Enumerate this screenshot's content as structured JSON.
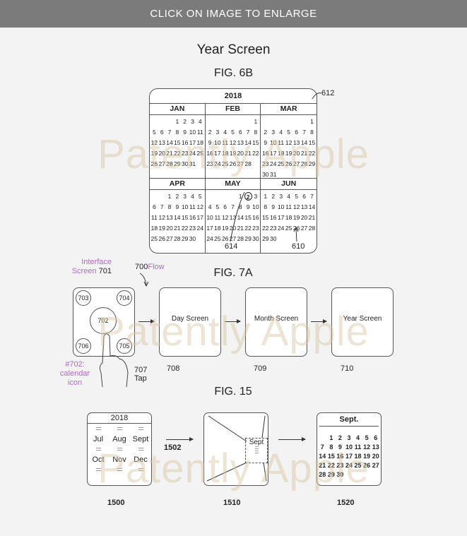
{
  "banner": "CLICK ON IMAGE TO ENLARGE",
  "title": "Year Screen",
  "fig6b": {
    "label": "FIG. 6B",
    "year": "2018",
    "ref_612": "612",
    "ref_614": "614",
    "ref_610": "610",
    "months": [
      {
        "name": "JAN",
        "weeks": [
          [
            "",
            "",
            "",
            "1",
            "2",
            "3",
            "4"
          ],
          [
            "5",
            "6",
            "7",
            "8",
            "9",
            "10",
            "11"
          ],
          [
            "12",
            "13",
            "14",
            "15",
            "16",
            "17",
            "18"
          ],
          [
            "19",
            "20",
            "21",
            "22",
            "23",
            "24",
            "25"
          ],
          [
            "26",
            "27",
            "28",
            "29",
            "30",
            "31",
            ""
          ]
        ]
      },
      {
        "name": "FEB",
        "weeks": [
          [
            "",
            "",
            "",
            "",
            "",
            "",
            "1"
          ],
          [
            "2",
            "3",
            "4",
            "5",
            "6",
            "7",
            "8"
          ],
          [
            "9",
            "10",
            "11",
            "12",
            "13",
            "14",
            "15"
          ],
          [
            "16",
            "17",
            "18",
            "19",
            "20",
            "21",
            "22"
          ],
          [
            "23",
            "24",
            "25",
            "26",
            "27",
            "28",
            ""
          ]
        ]
      },
      {
        "name": "MAR",
        "weeks": [
          [
            "",
            "",
            "",
            "",
            "",
            "",
            "1"
          ],
          [
            "2",
            "3",
            "4",
            "5",
            "6",
            "7",
            "8"
          ],
          [
            "9",
            "10",
            "11",
            "12",
            "13",
            "14",
            "15"
          ],
          [
            "16",
            "17",
            "18",
            "19",
            "20",
            "21",
            "22"
          ],
          [
            "23",
            "24",
            "25",
            "26",
            "27",
            "28",
            "29"
          ],
          [
            "30",
            "31",
            "",
            "",
            "",
            "",
            ""
          ]
        ]
      },
      {
        "name": "APR",
        "weeks": [
          [
            "",
            "",
            "1",
            "2",
            "3",
            "4",
            "5"
          ],
          [
            "6",
            "7",
            "8",
            "9",
            "10",
            "11",
            "12"
          ],
          [
            "11",
            "12",
            "13",
            "14",
            "15",
            "16",
            "17"
          ],
          [
            "18",
            "19",
            "20",
            "21",
            "22",
            "23",
            "24"
          ],
          [
            "25",
            "26",
            "27",
            "28",
            "29",
            "30",
            ""
          ]
        ]
      },
      {
        "name": "MAY",
        "weeks": [
          [
            "",
            "",
            "",
            "",
            "1",
            "2",
            "3"
          ],
          [
            "4",
            "5",
            "6",
            "7",
            "8",
            "9",
            "10"
          ],
          [
            "10",
            "11",
            "12",
            "13",
            "14",
            "15",
            "16"
          ],
          [
            "17",
            "18",
            "19",
            "20",
            "21",
            "22",
            "23"
          ],
          [
            "24",
            "25",
            "26",
            "27",
            "28",
            "29",
            "30"
          ]
        ],
        "highlight": "2"
      },
      {
        "name": "JUN",
        "weeks": [
          [
            "1",
            "2",
            "3",
            "4",
            "5",
            "6",
            "7"
          ],
          [
            "8",
            "9",
            "10",
            "11",
            "12",
            "13",
            "14"
          ],
          [
            "15",
            "16",
            "17",
            "18",
            "19",
            "20",
            "21"
          ],
          [
            "22",
            "23",
            "24",
            "25",
            "26",
            "27",
            "28"
          ],
          [
            "29",
            "30",
            "",
            "",
            "",
            "",
            ""
          ]
        ]
      }
    ]
  },
  "fig7a": {
    "label": "FIG. 7A",
    "interface_label": "Interface Screen",
    "ref_701": "701",
    "flow_ref": "700",
    "flow_label": "Flow",
    "icons": [
      "703",
      "704",
      "702",
      "706",
      "705"
    ],
    "calendar_note": "#702: calendar icon",
    "tap_ref": "707",
    "tap_label": "Tap",
    "screens": [
      {
        "label": "Day Screen",
        "ref": "708"
      },
      {
        "label": "Month Screen",
        "ref": "709"
      },
      {
        "label": "Year Screen",
        "ref": "710"
      }
    ]
  },
  "fig15": {
    "label": "FIG. 15",
    "year": "2018",
    "months": [
      "Jul",
      "Aug",
      "Sept",
      "Oct",
      "Nov",
      "Dec"
    ],
    "ref_1502": "1502",
    "ref_1500": "1500",
    "ref_1510": "1510",
    "ref_1520": "1520",
    "zoom_month": "Sept",
    "month_title": "Sept.",
    "weeks": [
      [
        "",
        "1",
        "2",
        "3",
        "4",
        "5",
        "6"
      ],
      [
        "7",
        "8",
        "9",
        "10",
        "11",
        "12",
        "13"
      ],
      [
        "14",
        "15",
        "16",
        "17",
        "18",
        "19",
        "20"
      ],
      [
        "21",
        "22",
        "23",
        "24",
        "25",
        "26",
        "27"
      ],
      [
        "28",
        "29",
        "30",
        "",
        "",
        "",
        ""
      ]
    ]
  },
  "watermark": "Patently Apple"
}
